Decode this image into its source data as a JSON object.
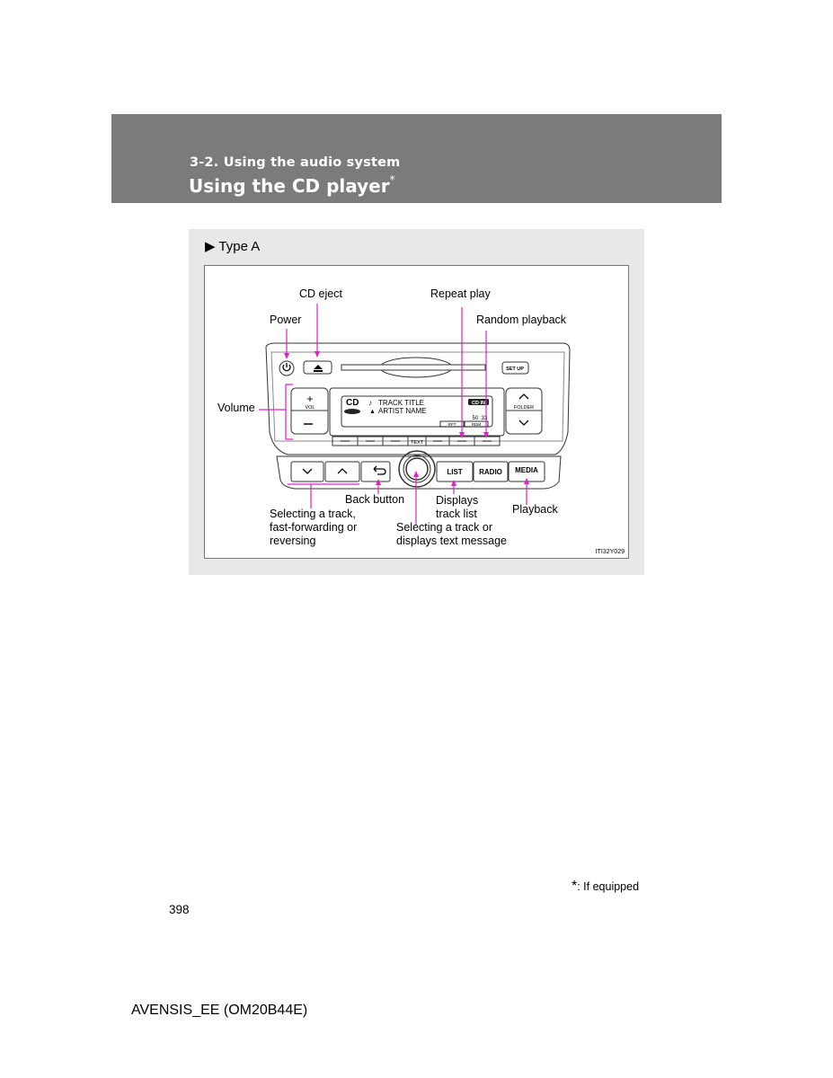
{
  "header": {
    "section": "3-2. Using the audio system",
    "title": "Using the CD player",
    "title_mark": "*"
  },
  "panel": {
    "type_label": "▶ Type A",
    "figure_code": "ITI32Y029",
    "labels": {
      "cd_eject": "CD eject",
      "repeat_play": "Repeat play",
      "power": "Power",
      "random_playback": "Random playback",
      "volume": "Volume",
      "back_button": "Back button",
      "displays_track_list": [
        "Displays",
        "track list"
      ],
      "selecting_track": [
        "Selecting a track,",
        "fast-forwarding or",
        "reversing"
      ],
      "playback": "Playback",
      "selecting_track_text": [
        "Selecting a track or",
        "displays text message"
      ]
    },
    "unit": {
      "setup": "SET UP",
      "vol": "VOL",
      "folder": "FOLDER",
      "cd": "CD",
      "track_title": "TRACK TITLE",
      "artist_name": "ARTIST NAME",
      "cd_in": "CD IN",
      "time": "50 :33",
      "rpt": "RPT",
      "rdm": "RDM",
      "text": "TEXT",
      "list": "LIST",
      "radio": "RADIO",
      "media": "MEDIA"
    }
  },
  "colors": {
    "header_bg": "#7b7b7b",
    "panel_bg": "#e8e8e8",
    "callout": "#e020c8"
  },
  "footnote": {
    "star": "*",
    "text": ": If equipped"
  },
  "page_number": "398",
  "model": "AVENSIS_EE (OM20B44E)"
}
